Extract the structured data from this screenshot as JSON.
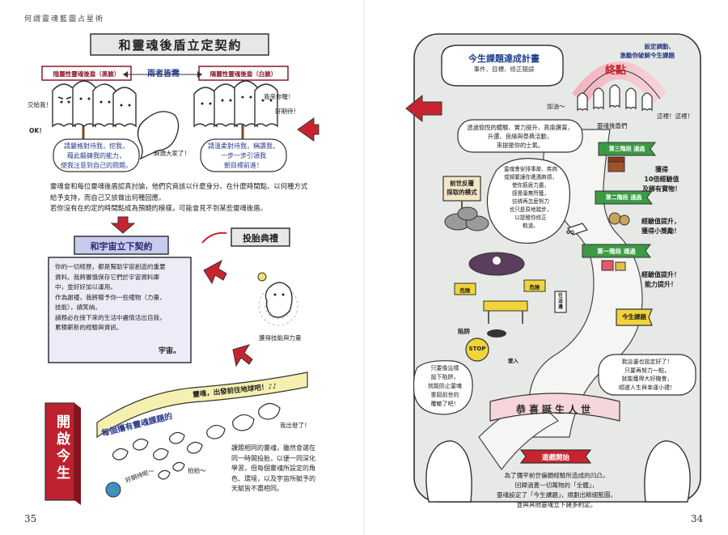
{
  "left_page": {
    "running_head": "何謂靈魂藍圖占星術",
    "page_number": "35",
    "section1": {
      "title": "和靈魂後盾立定契約",
      "sign_shadow": "陰麗性靈魂後盾（黑臉）",
      "sign_light": "陽麗性靈魂後盾（白臉）",
      "both_needed": "兩者皆需",
      "ghost_chatter": [
        "交給我！",
        "OK！",
        "我來你喔！",
        "好期待！"
      ],
      "shadow_bubble": [
        "請嚴格對待我，挖我，",
        "藉此鍛鍊我的能力，",
        "使我注意到自己的問題。"
      ],
      "self_bubble": "麻煩大家了！",
      "light_bubble": [
        "請溫柔對待我，稱讚我，",
        "一步一步引領我",
        "朝目標前進！"
      ],
      "paragraph": [
        "靈魂會和每位靈魂後盾認真討論，他們究竟該以什麼身分、在什麼時間點、以何種方式",
        "給予支持，而自己又該做出何種回應。",
        "若你沒有在約定的時間點成為預期的模樣，可能會見不到某些靈魂後盾。"
      ]
    },
    "section2": {
      "title": "和宇宙立下契約",
      "lines": [
        "你的一切經歷，都是幫助宇宙創造的重要",
        "資料。我將審慎保存它們於宇宙資料庫",
        "中，並好好加以運用。",
        "作為謝禮，我將贈予你一些禮物（力量、",
        "技能），請笑納。",
        "請務必在接下來的生活中盡情活出自我，",
        "累積嶄新的經驗與資訊。"
      ],
      "signature": "宇宙。"
    },
    "section3": {
      "title": "投胎典禮",
      "caption": "獲得技能與力量"
    },
    "banner": {
      "text": "靈魂，出發前往地球吧！♪♪",
      "flying": "每個攜有靈魂課題的"
    },
    "go_chatter": [
      "我出發了！",
      "好期待呢～",
      "拍拍～"
    ],
    "vertical_label": "開啟今生",
    "paragraph2": [
      "課題相同的靈魂，雖然會選在",
      "同一時間投胎，以便一同深化",
      "學習，但每個靈魂所設定的角",
      "色、環境，以及宇宙所賦予的",
      "天賦皆不盡相同。"
    ]
  },
  "right_page": {
    "page_number": "34",
    "title": "今生課題達成計畫",
    "subtitle": "事件、目標、修正錯誤",
    "top_note": [
      "設定調動、",
      "激勵你破解今生課題"
    ],
    "finish": "終點",
    "cheer": [
      "加油～",
      "這裡！這裡！"
    ],
    "backers": "靈魂後盾們",
    "encourage": [
      "透過愉悅的體驗、實力提升、高度讚賞，",
      "升遷、良緣與祭典活動，",
      "來提振你的士氣。"
    ],
    "past_sign": [
      "前世反覆",
      "採取的模式"
    ],
    "obstacle_bubble": [
      "靈魂會安排事故、疾病",
      "或頻繁讓你遭遇麻煩，",
      "使你筋疲力盡，",
      "感覺毫無所獲，",
      "彷彿再怎麼努力",
      "也只是原地踏步，",
      "以提醒你修正",
      "軌道。"
    ],
    "stages": [
      "第三階段 通過",
      "第二階段 通過",
      "第一階段 通過"
    ],
    "reward1": [
      "獲得",
      "10倍經驗值",
      "及稀有寶物！"
    ],
    "reward2": [
      "經驗值提升，",
      "獲得小獎勵！"
    ],
    "reward3": [
      "經驗值提升！",
      "能力提升！"
    ],
    "danger": "危險",
    "current": "往這邊",
    "trap": "陷阱",
    "stop": "STOP",
    "fall": "墜入",
    "lesson": "今生課題",
    "trap_bubble": [
      "只要像這樣",
      "設下陷阱，",
      "就能防止靈魂",
      "重蹈前世的",
      "覆轍了吧！"
    ],
    "right_bubble": [
      "我這邊也設定好了！",
      "只要再努力一點，",
      "就能獲得大好機會，",
      "順遂人生與幸運小禮！"
    ],
    "birth": "恭喜誕生人世",
    "start": "遊戲開始",
    "caption": [
      "為了彌平前世偏頗經驗所造成的凹凸，",
      "回歸涵蓋一切萬物的「全體」，",
      "靈魂設定了「今生課題」，規劃出精細藍圖，",
      "並與其他靈魂立下諸多約定。"
    ],
    "go_sign": "GO"
  }
}
